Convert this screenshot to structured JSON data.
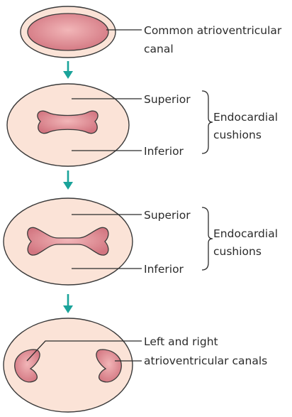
{
  "colors": {
    "outer_fill": "#fbe3d7",
    "tissue_fill": "#d87d86",
    "arrow": "#1aa39a",
    "stroke": "#3a3a3a"
  },
  "stage1": {
    "canal_label_line1": "Common atrioventricular",
    "canal_label_line2": "canal"
  },
  "stage2": {
    "superior_label": "Superior",
    "inferior_label": "Inferior",
    "cushions_label_line1": "Endocardial",
    "cushions_label_line2": "cushions"
  },
  "stage3": {
    "superior_label": "Superior",
    "inferior_label": "Inferior",
    "cushions_label_line1": "Endocardial",
    "cushions_label_line2": "cushions"
  },
  "stage4": {
    "canals_label_line1": "Left and right",
    "canals_label_line2": "atrioventricular canals"
  }
}
